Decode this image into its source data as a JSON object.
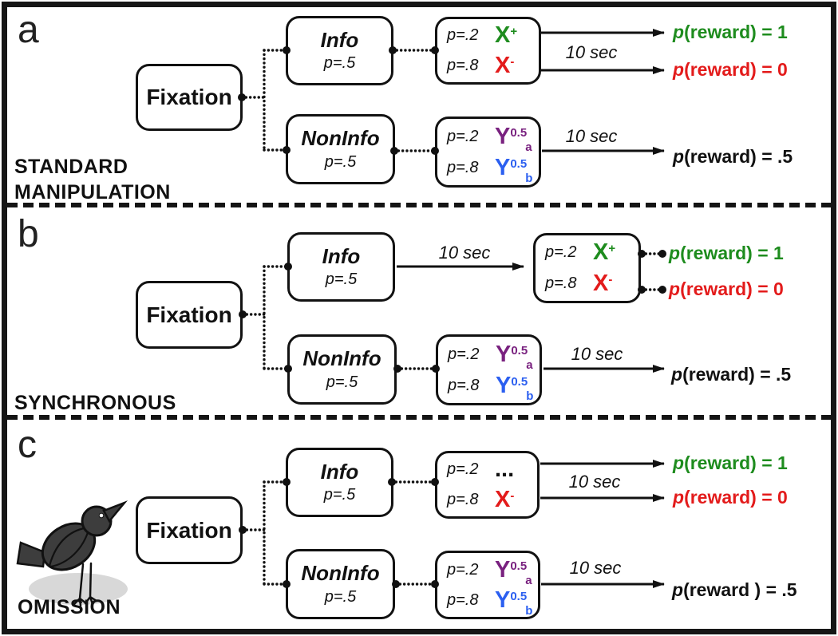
{
  "colors": {
    "green": "#1e8c1e",
    "red": "#e31b1b",
    "purple": "#79217f",
    "blue": "#2b5ff0",
    "ink": "#111111",
    "bird": "#3d3d3d",
    "shadow": "#d8d8d8"
  },
  "panel_a": {
    "letter": "a",
    "captions": [
      "STANDARD",
      "MANIPULATION"
    ],
    "fixation_label": "Fixation",
    "info_title": "Info",
    "info_p": "p=.5",
    "noninfo_title": "NonInfo",
    "noninfo_p": "p=.5",
    "info_stim": {
      "p1": "p=.2",
      "sym1": "X",
      "sup1": "+",
      "p2": "p=.8",
      "sym2": "X",
      "sup2": "-"
    },
    "noninfo_stim": {
      "p1": "p=.2",
      "sym1": "Y",
      "sup1": "0.5",
      "sub1": "a",
      "p2": "p=.8",
      "sym2": "Y",
      "sup2": "0.5",
      "sub2": "b"
    },
    "delay_info": "10 sec",
    "delay_noninfo": "10 sec",
    "reward_pos": {
      "p": "p",
      "rest": "(reward) = 1"
    },
    "reward_neg": {
      "p": "p",
      "rest": "(reward) = 0"
    },
    "reward_mid": {
      "p": "p",
      "rest": "(reward) = .5"
    }
  },
  "panel_b": {
    "letter": "b",
    "captions": [
      "SYNCHRONOUS"
    ],
    "fixation_label": "Fixation",
    "info_title": "Info",
    "info_p": "p=.5",
    "noninfo_title": "NonInfo",
    "noninfo_p": "p=.5",
    "info_stim": {
      "p1": "p=.2",
      "sym1": "X",
      "sup1": "+",
      "p2": "p=.8",
      "sym2": "X",
      "sup2": "-"
    },
    "noninfo_stim": {
      "p1": "p=.2",
      "sym1": "Y",
      "sup1": "0.5",
      "sub1": "a",
      "p2": "p=.8",
      "sym2": "Y",
      "sup2": "0.5",
      "sub2": "b"
    },
    "delay_info": "10 sec",
    "delay_noninfo": "10 sec",
    "reward_pos": {
      "p": "p",
      "rest": "(reward) = 1"
    },
    "reward_neg": {
      "p": "p",
      "rest": "(reward) = 0"
    },
    "reward_mid": {
      "p": "p",
      "rest": "(reward) = .5"
    }
  },
  "panel_c": {
    "letter": "c",
    "captions": [
      "OMISSION"
    ],
    "fixation_label": "Fixation",
    "info_title": "Info",
    "info_p": "p=.5",
    "noninfo_title": "NonInfo",
    "noninfo_p": "p=.5",
    "info_stim": {
      "p1": "p=.2",
      "sym1": "...",
      "p2": "p=.8",
      "sym2": "X",
      "sup2": "-"
    },
    "noninfo_stim": {
      "p1": "p=.2",
      "sym1": "Y",
      "sup1": "0.5",
      "sub1": "a",
      "p2": "p=.8",
      "sym2": "Y",
      "sup2": "0.5",
      "sub2": "b"
    },
    "delay_info": "10 sec",
    "delay_noninfo": "10 sec",
    "reward_pos": {
      "p": "p",
      "rest": "(reward) = 1"
    },
    "reward_neg": {
      "p": "p",
      "rest": "(reward) = 0"
    },
    "reward_mid": {
      "p": "p",
      "rest": "(reward ) = .5"
    }
  }
}
